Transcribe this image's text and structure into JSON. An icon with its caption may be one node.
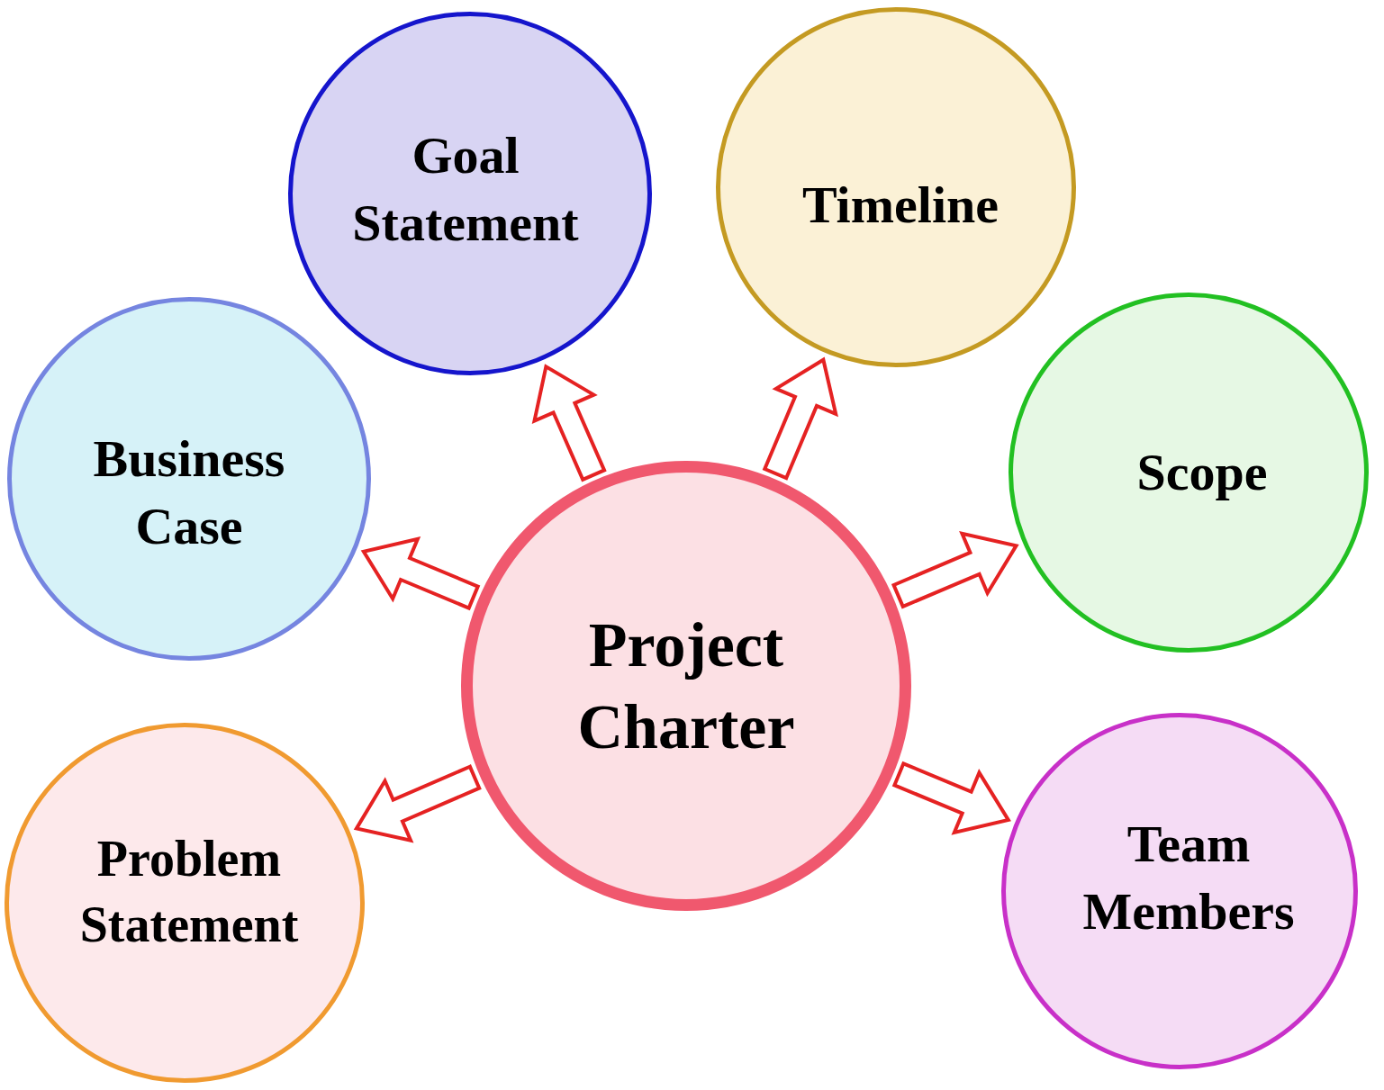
{
  "diagram": {
    "nodes": [
      {
        "text": [
          "Goal Statement"
        ]
      },
      {
        "text": [
          "Timeline"
        ]
      },
      {
        "text": [
          "Business Case"
        ]
      },
      {
        "text": [
          "Scope"
        ]
      },
      {
        "text": [
          "Project Charter"
        ]
      },
      {
        "text": [
          "Problem Statement"
        ]
      },
      {
        "text": [
          "Team Members"
        ]
      }
    ],
    "edges": [
      {
        "from": 4,
        "to": 0,
        "arrow": "to"
      },
      {
        "from": 4,
        "to": 1,
        "arrow": "to"
      },
      {
        "from": 4,
        "to": 2,
        "arrow": "to"
      },
      {
        "from": 4,
        "to": 3,
        "arrow": "to"
      },
      {
        "from": 4,
        "to": 5,
        "arrow": "to"
      },
      {
        "from": 4,
        "to": 6,
        "arrow": "to"
      }
    ]
  }
}
